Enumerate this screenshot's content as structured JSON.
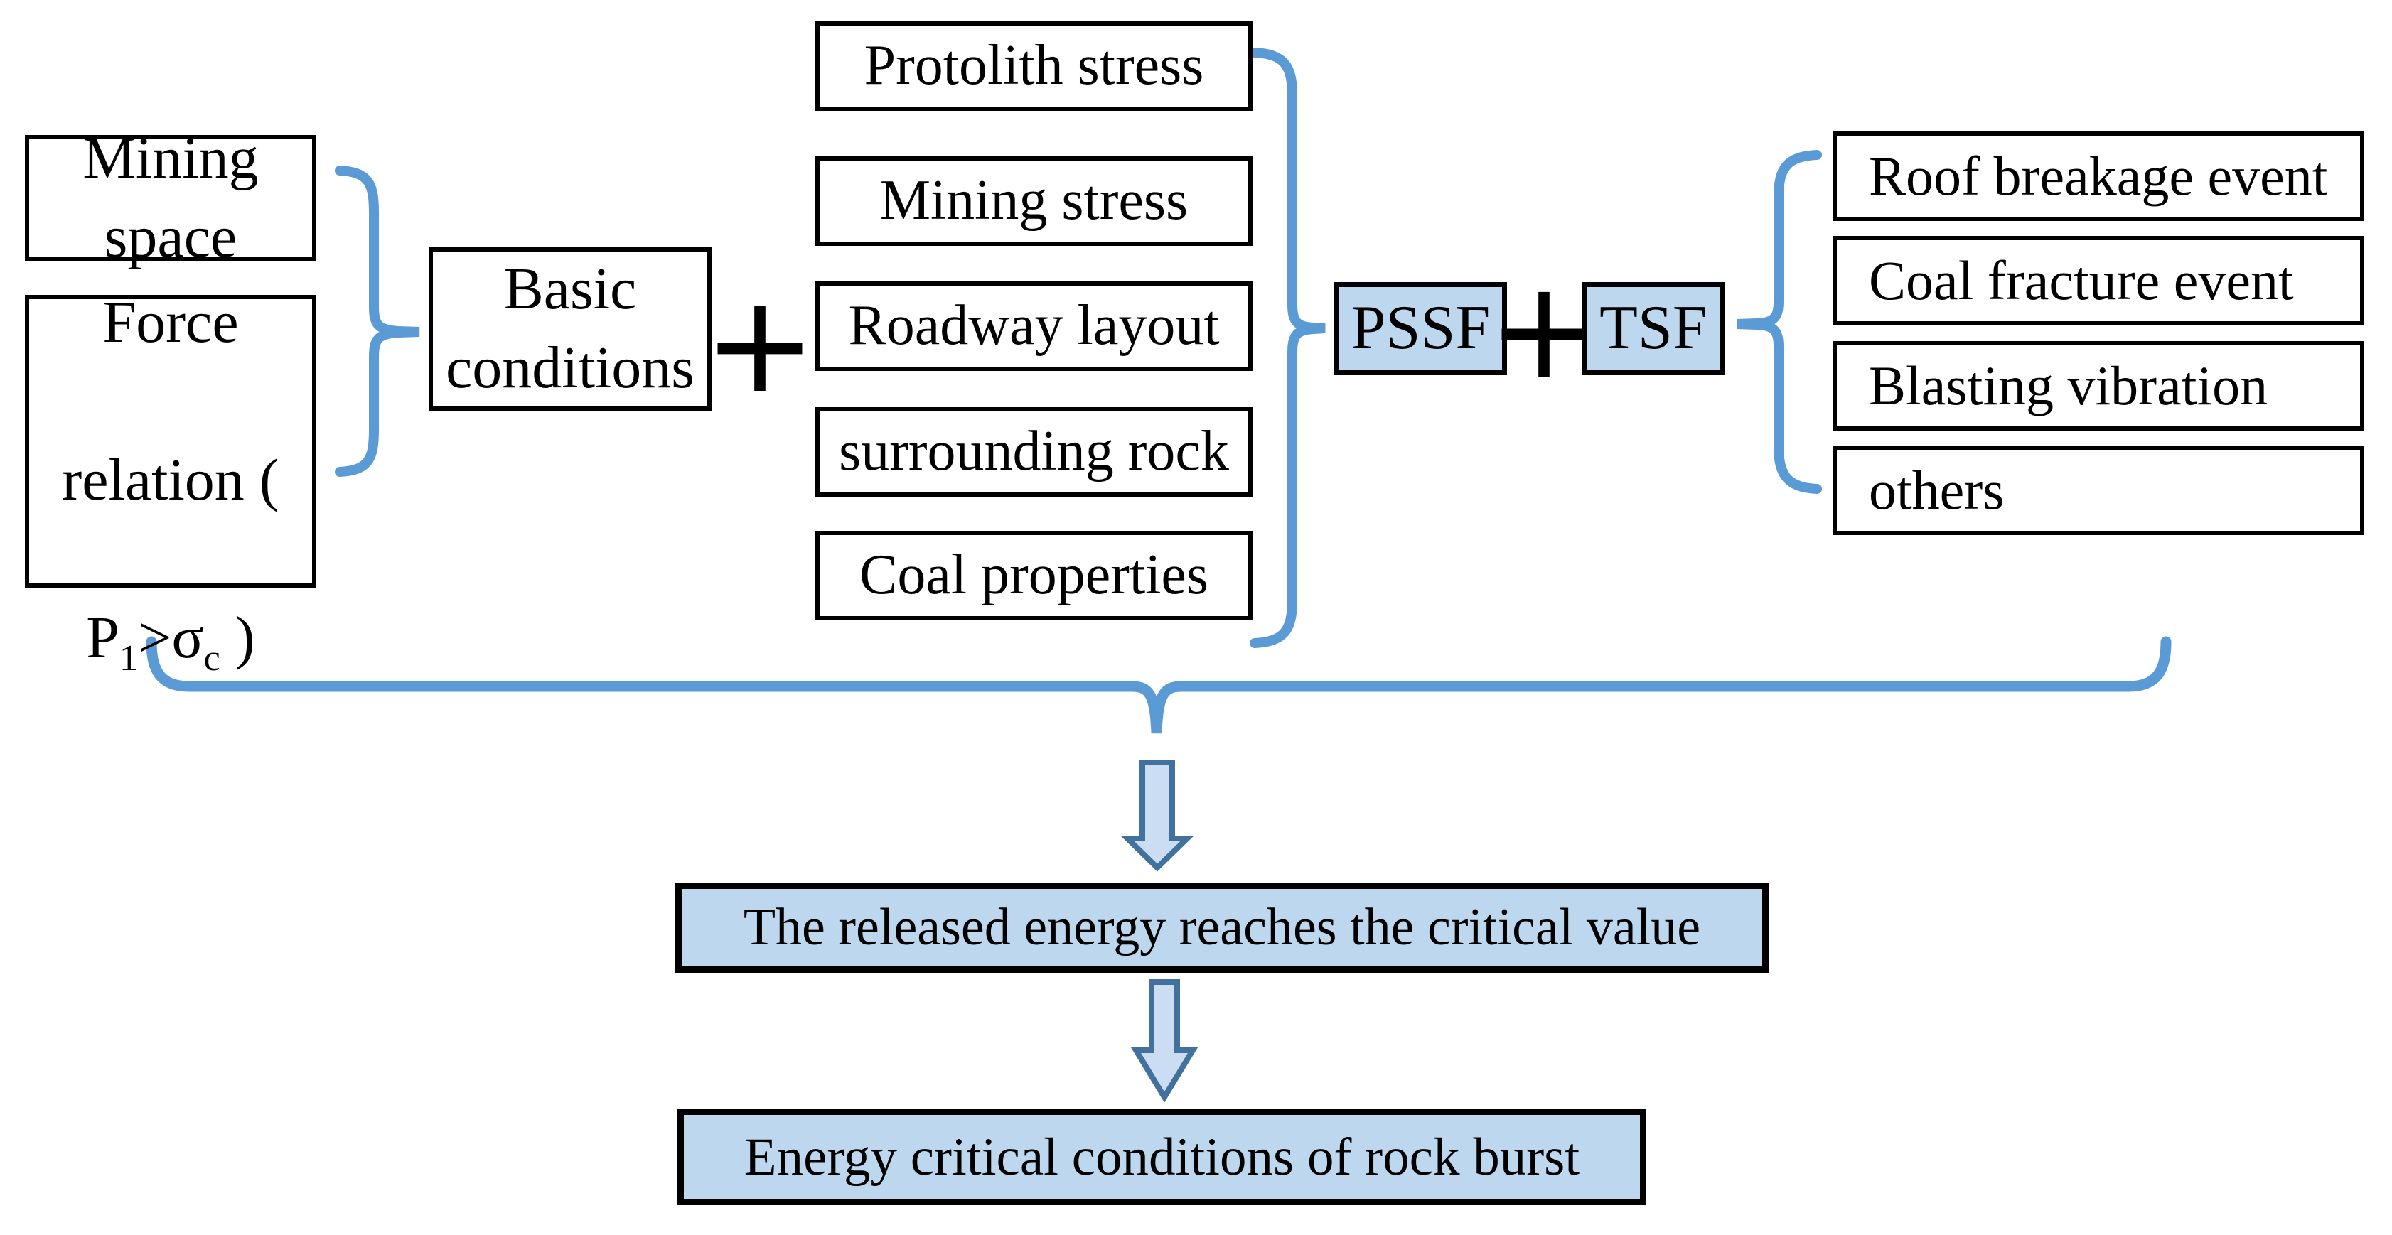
{
  "colors": {
    "box_fill_blue": "#BDD7EE",
    "brace_blue": "#5B9BD5",
    "arrow_fill": "#CBDDF2",
    "arrow_stroke": "#41719C",
    "border_black": "#000000"
  },
  "left_column": {
    "mining_space": "Mining\nspace",
    "force_line1": "Force",
    "force_line2": "relation (",
    "force_p": "P",
    "force_p_sub": "1",
    "force_op": ">",
    "force_sigma": "σ",
    "force_sigma_sub": "c",
    "force_close": ")"
  },
  "basic_conditions": "Basic\nconditions",
  "operators": {
    "plus_left": "+",
    "plus_right": "+"
  },
  "middle_column": {
    "items": [
      "Protolith stress",
      "Mining stress",
      "Roadway layout",
      "surrounding rock",
      "Coal properties"
    ]
  },
  "factors": {
    "pssf": "PSSF",
    "tsf": "TSF"
  },
  "right_column": {
    "items": [
      "Roof breakage event",
      "Coal fracture event",
      "Blasting vibration",
      "others"
    ]
  },
  "conclusion": {
    "released_energy": "The released energy reaches the critical value",
    "energy_critical": "Energy critical conditions of rock burst"
  }
}
